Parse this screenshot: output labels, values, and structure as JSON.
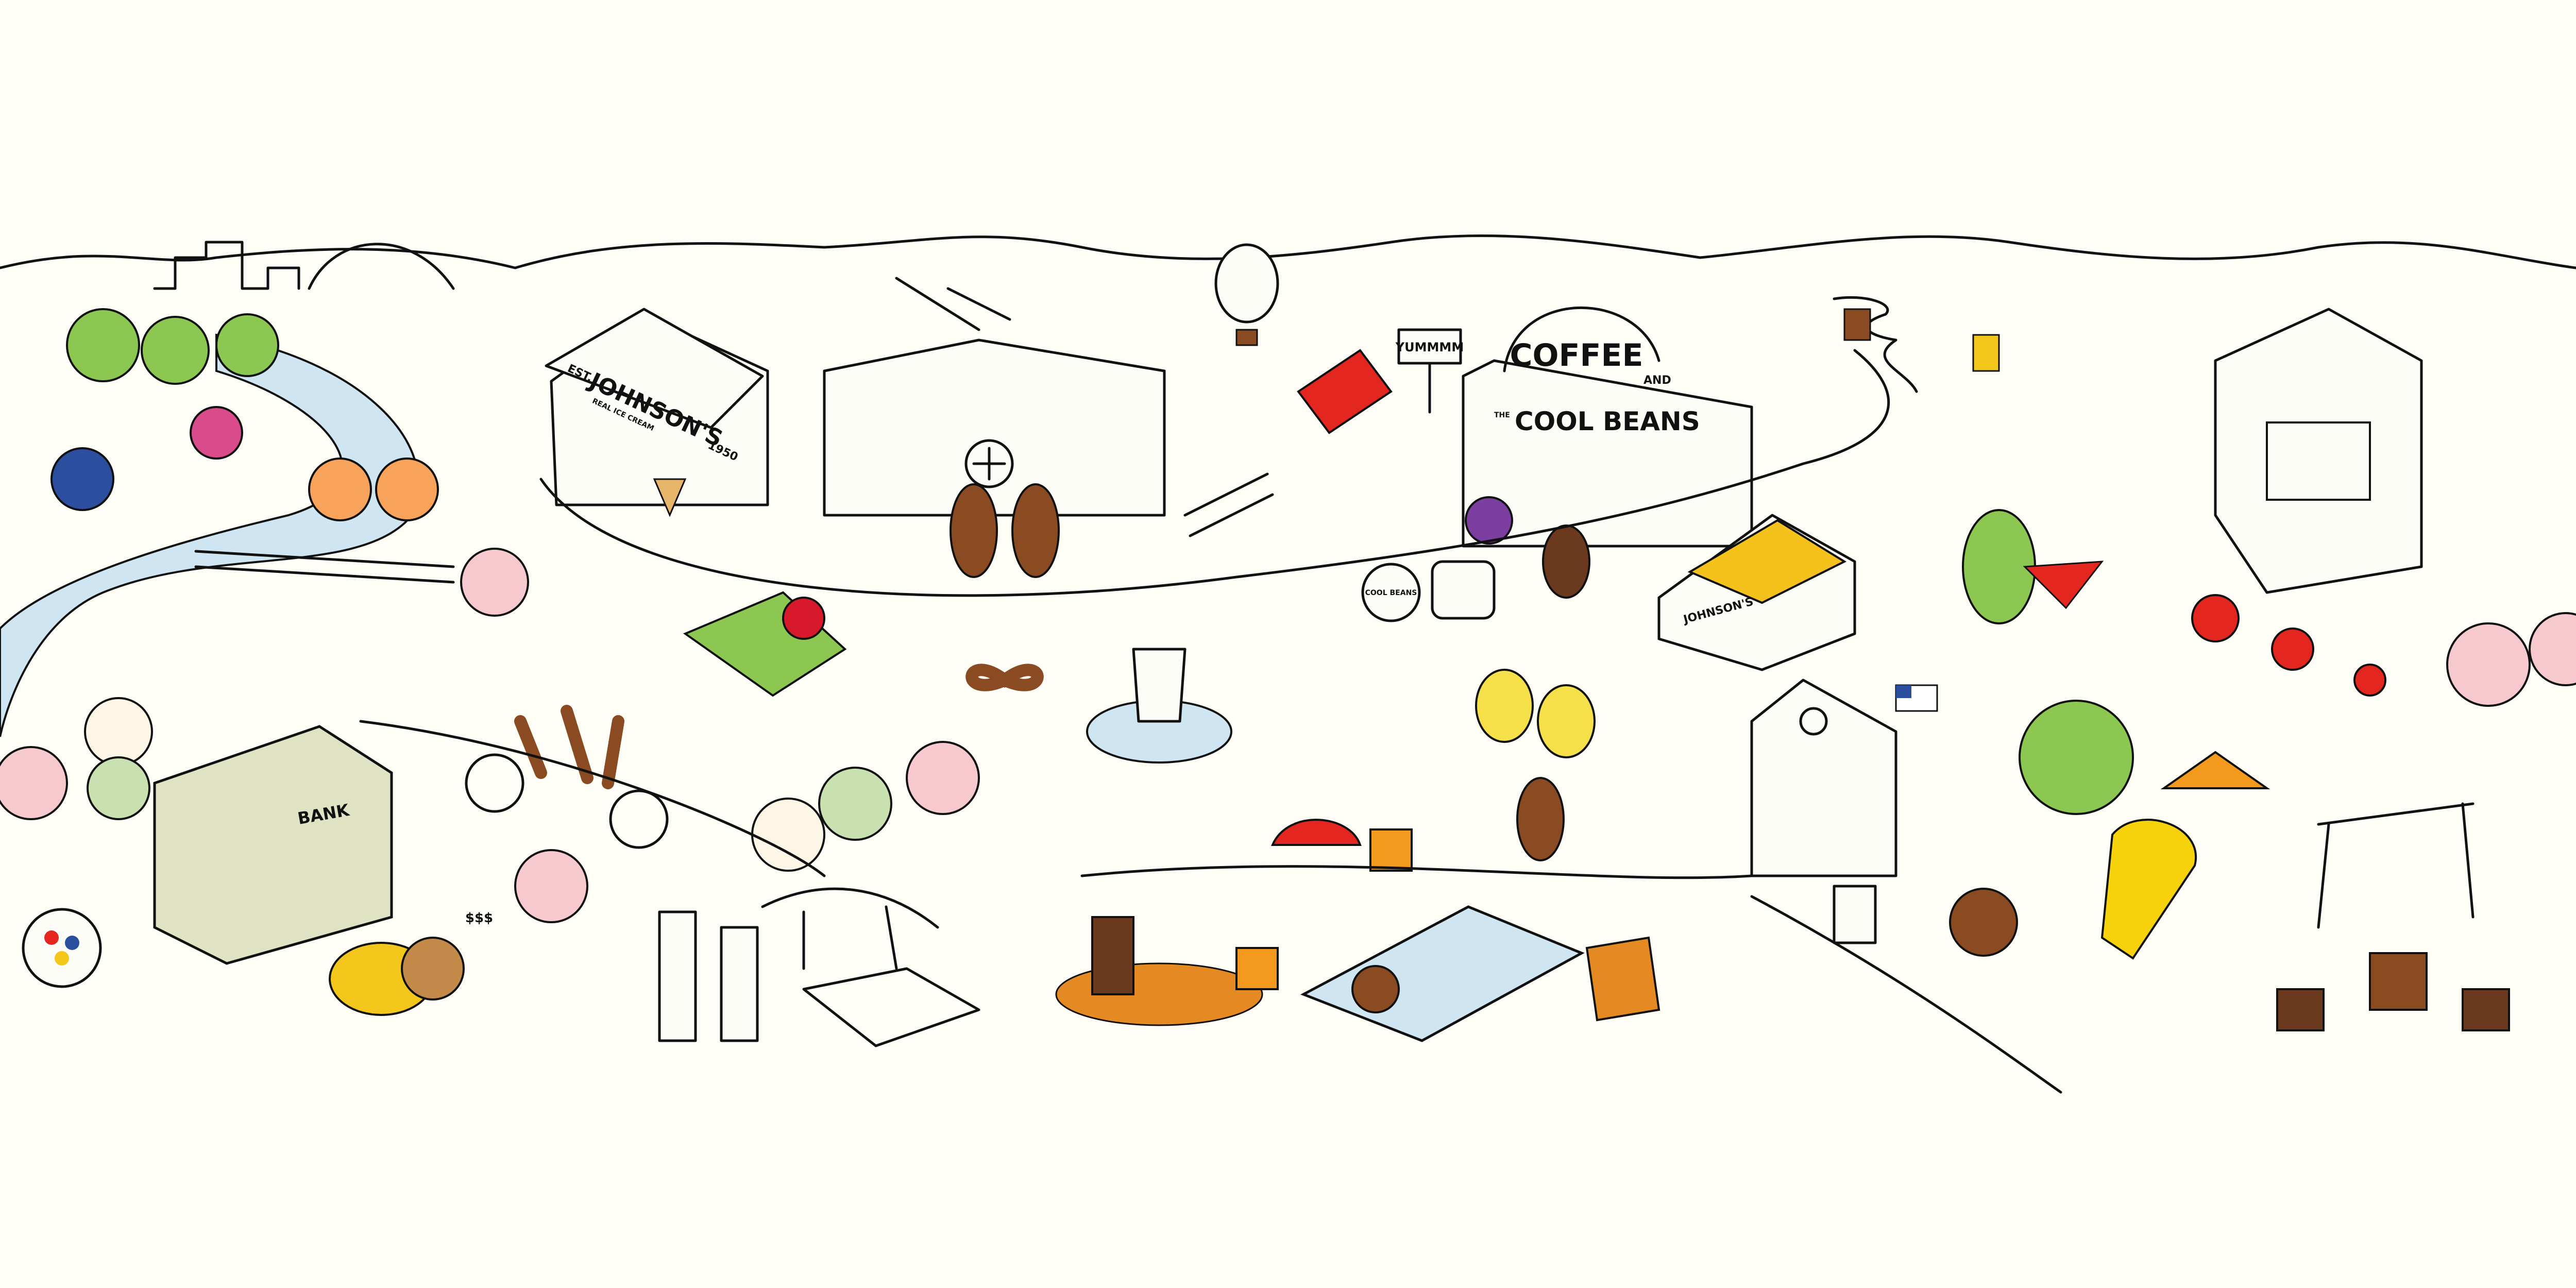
{
  "scene": {
    "ice_cream_shop": {
      "est": "EST.",
      "name": "JOHNSON'S",
      "tagline": "REAL ICE CREAM",
      "year": "1950"
    },
    "yum_sign": "YUMMMM",
    "coffee_shop": {
      "line1": "COFFEE",
      "line2": "AND",
      "the": "THE",
      "line3": "COOL BEANS"
    },
    "drum_label": "COOL BEANS",
    "truck_label": "JOHNSON'S",
    "bank_sign": "BANK",
    "cookie_speech": "$$$",
    "colors": {
      "background": "#fefef6",
      "water": "#cfe6f2",
      "tree_green": "#8cc751",
      "awning_red": "#e3261f",
      "pecan_brown": "#8a4b22",
      "caramel": "#e58a22",
      "ice_cream_pink": "#f6c9cf",
      "cherry": "#d8192b",
      "bank_green": "#dfe3c4",
      "gold": "#f3c61b",
      "slide_yellow": "#f5d20b",
      "roof_orange": "#f39a1e"
    }
  }
}
